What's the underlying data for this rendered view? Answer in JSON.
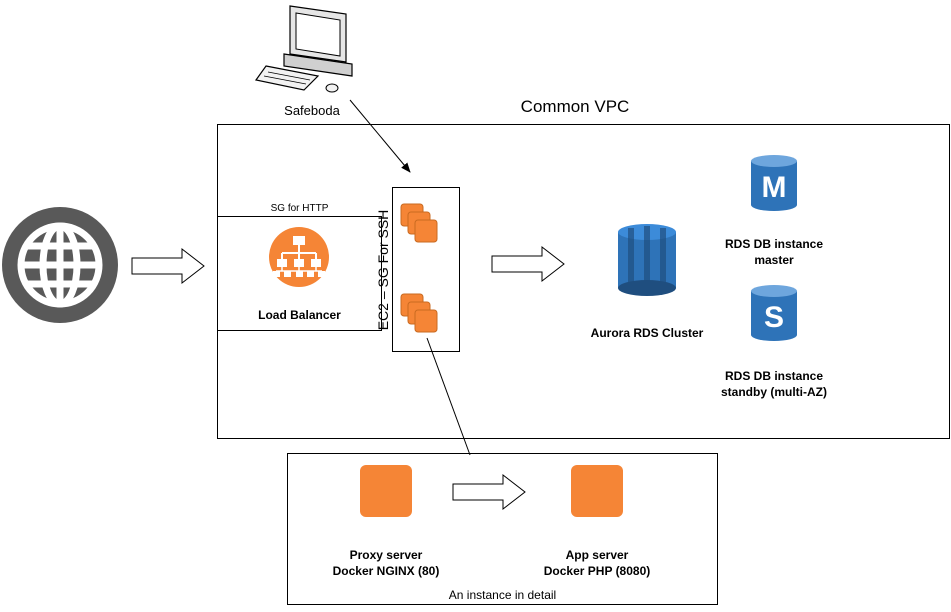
{
  "client": {
    "label": "Safeboda"
  },
  "vpc": {
    "title": "Common VPC"
  },
  "load_balancer": {
    "sg_label": "SG for HTTP",
    "label": "Load Balancer"
  },
  "ec2": {
    "sg_label": "EC2 – SG For SSH"
  },
  "aurora": {
    "label": "Aurora RDS Cluster"
  },
  "rds_master": {
    "line1": "RDS DB instance",
    "line2": "master",
    "letter": "M"
  },
  "rds_standby": {
    "line1": "RDS DB instance",
    "line2": "standby (multi-AZ)",
    "letter": "S"
  },
  "detail": {
    "caption": "An instance in detail",
    "proxy": {
      "line1": "Proxy server",
      "line2": "Docker NGINX (80)"
    },
    "app": {
      "line1": "App server",
      "line2": "Docker PHP (8080)"
    }
  },
  "colors": {
    "aws_orange": "#F58536",
    "rds_blue": "#2E73B8",
    "dark_gray": "#595959"
  },
  "icons": {
    "internet": "globe-icon",
    "client": "desktop-computer-icon"
  }
}
